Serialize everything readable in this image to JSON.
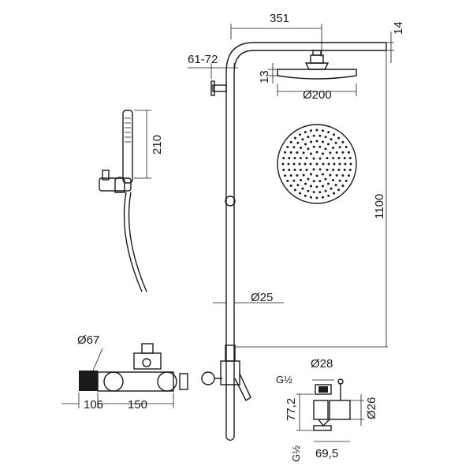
{
  "dimensions": {
    "top_arm_length": "351",
    "head_offset": "14",
    "wall_bracket": "61-72",
    "head_thickness": "13",
    "head_diameter": "Ø200",
    "hand_shower_length": "210",
    "bar_height": "1100",
    "pipe_diameter": "Ø25",
    "mixer_diameter": "Ø67",
    "mixer_left": "106",
    "mixer_width": "150",
    "connector_diameter": "Ø28",
    "thread_top": "G½",
    "connector_height": "77,2",
    "connector_outlet": "Ø26",
    "thread_bottom": "G½",
    "connector_depth": "69,5"
  },
  "colors": {
    "line": "#1a1a1a",
    "background": "#ffffff"
  }
}
